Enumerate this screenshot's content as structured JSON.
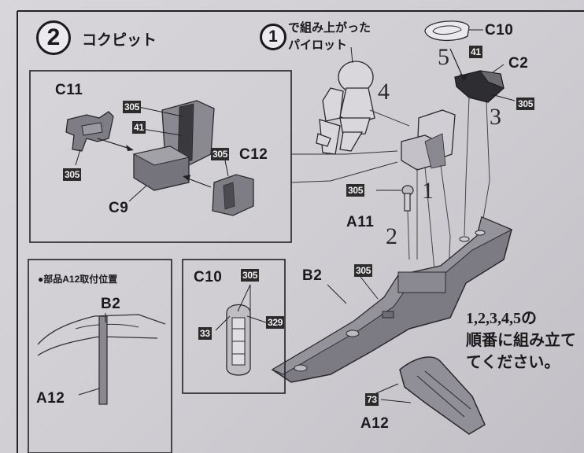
{
  "section": {
    "number": "2",
    "title": "コクピット"
  },
  "pilot_note": {
    "number": "1",
    "line1": "で組み上がった",
    "line2": "パイロット"
  },
  "parts": {
    "c11": "C11",
    "c9": "C9",
    "c12": "C12",
    "c10": "C10",
    "c2": "C2",
    "a11": "A11",
    "b2": "B2",
    "a12": "A12",
    "b2_inset": "B2",
    "a12_inset": "A12",
    "c10_inset": "C10"
  },
  "codes": {
    "c11_code": "305",
    "seat_code_top": "305",
    "seat_code_mid": "41",
    "c12_code": "305",
    "c10_top_code": "41",
    "c2_code": "305",
    "a11_code": "305",
    "b2_code": "305",
    "a12_code": "73",
    "c10_inset_top": "305",
    "c10_inset_left": "33",
    "c10_inset_right": "329"
  },
  "steps": {
    "s1": "1",
    "s2": "2",
    "s3": "3",
    "s4": "4",
    "s5": "5"
  },
  "a12_inset_title": "●部品A12取付位置",
  "order_note": {
    "line1": "1,2,3,4,5の",
    "line2": "順番に組み立て",
    "line3": "てください。"
  }
}
